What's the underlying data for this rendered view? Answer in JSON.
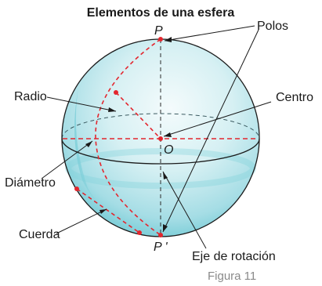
{
  "title": "Elementos de una esfera",
  "labels": {
    "pole_top": "P",
    "pole_bottom": "P '",
    "center_point": "O",
    "polos": "Polos",
    "centro": "Centro",
    "radio": "Radio",
    "diametro": "Diámetro",
    "cuerda": "Cuerda",
    "eje": "Eje de rotación"
  },
  "caption": "Figura 11",
  "colors": {
    "sphere_light": "#f4fbfc",
    "sphere_mid": "#bfe6ec",
    "sphere_dark": "#5ec4d0",
    "outline": "#1a1a1a",
    "accent_red": "#e3262e",
    "caption_gray": "#8a8a8a"
  }
}
